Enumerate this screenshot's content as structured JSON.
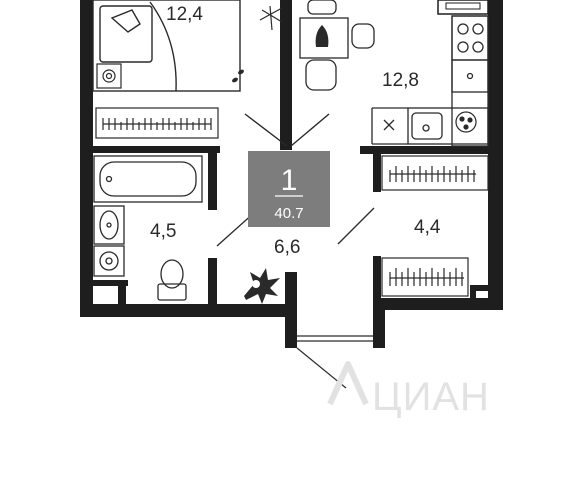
{
  "plan": {
    "rooms": [
      {
        "id": "bedroom",
        "area": "12,4"
      },
      {
        "id": "kitchen",
        "area": "12,8"
      },
      {
        "id": "bathroom",
        "area": "4,5"
      },
      {
        "id": "hall",
        "area": "6,6"
      },
      {
        "id": "wardrobe",
        "area": "4,4"
      }
    ],
    "badge": {
      "rooms": "1",
      "total_area": "40.7",
      "color": "#7d7d7d"
    },
    "watermark": "ЦИАН"
  }
}
